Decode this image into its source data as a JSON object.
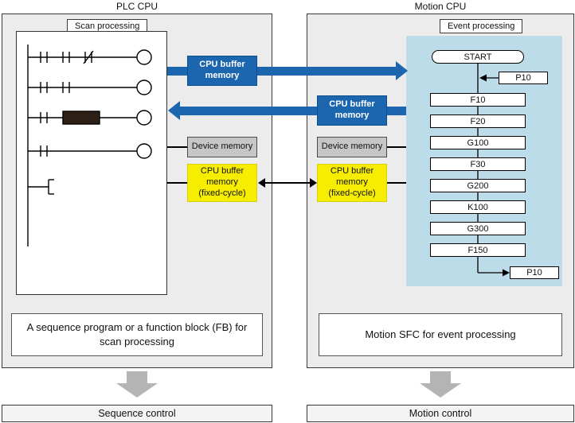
{
  "plc": {
    "title": "PLC CPU",
    "process_label": "Scan processing",
    "caption": "A sequence program or a function block (FB) for scan processing",
    "control": "Sequence control"
  },
  "motion": {
    "title": "Motion CPU",
    "process_label": "Event processing",
    "caption": "Motion SFC for event processing",
    "control": "Motion control",
    "sfc": {
      "start": "START",
      "entry_pointer": "P10",
      "steps": [
        "F10",
        "F20",
        "G100",
        "F30",
        "G200",
        "K100",
        "G300",
        "F150"
      ],
      "exit_pointer": "P10"
    }
  },
  "shared_memory": {
    "plc_to_motion_buffer": "CPU buffer memory",
    "motion_to_plc_buffer": "CPU buffer memory",
    "plc_device_memory": "Device memory",
    "motion_device_memory": "Device memory",
    "plc_fixed_cycle_buffer": {
      "line1": "CPU buffer memory",
      "line2": "(fixed-cycle)"
    },
    "motion_fixed_cycle_buffer": {
      "line1": "CPU buffer memory",
      "line2": "(fixed-cycle)"
    }
  },
  "colors": {
    "buffer_blue": "#1b66ae",
    "fixed_cycle_yellow": "#f6ed00",
    "device_gray": "#c6c6c6",
    "sfc_background": "#bcdce9",
    "panel_background": "#ececec",
    "block_arrow_gray": "#b4b4b4"
  }
}
